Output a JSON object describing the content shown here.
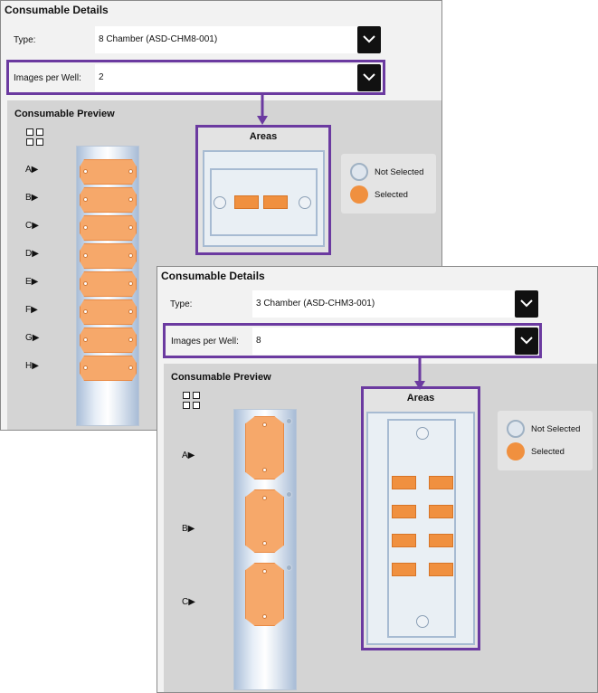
{
  "panel1": {
    "title": "Consumable Details",
    "type_label": "Type:",
    "type_value": "8 Chamber (ASD-CHM8-001)",
    "images_label": "Images per Well:",
    "images_value": "2",
    "preview_title": "Consumable Preview",
    "rows": [
      "A▶",
      "B▶",
      "C▶",
      "D▶",
      "E▶",
      "F▶",
      "G▶",
      "H▶"
    ],
    "areas_title": "Areas",
    "legend_not_selected": "Not Selected",
    "legend_selected": "Selected"
  },
  "panel2": {
    "title": "Consumable Details",
    "type_label": "Type:",
    "type_value": "3 Chamber (ASD-CHM3-001)",
    "images_label": "Images per Well:",
    "images_value": "8",
    "preview_title": "Consumable Preview",
    "rows": [
      "A▶",
      "B▶",
      "C▶"
    ],
    "areas_title": "Areas",
    "legend_not_selected": "Not Selected",
    "legend_selected": "Selected"
  },
  "colors": {
    "highlight": "#6b3aa0",
    "selected": "#f0903f",
    "well": "#f6a86a",
    "panel_bg": "#f2f2f2",
    "preview_bg": "#d4d4d4"
  },
  "icons": [
    "chevron-down-icon",
    "grid-layout-icon",
    "arrow-down-icon"
  ]
}
